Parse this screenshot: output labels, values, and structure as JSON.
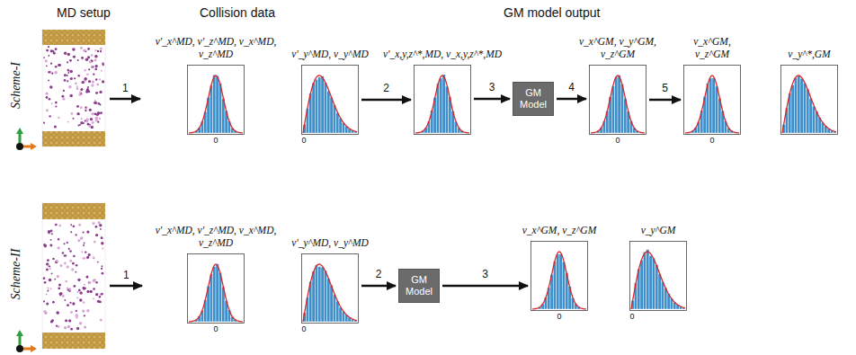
{
  "diagram": {
    "nodes": [
      {
        "text": [
          "v'_x^MD, v'_z^MD, v_x^MD, v_z^MD"
        ]
      },
      {
        "text": [
          "v'_y^MD, v_y^MD"
        ]
      },
      {
        "text": [
          "v'_x,y,z^*,MD, v_x,y,z^*,MD"
        ]
      },
      {
        "text": [
          "GM Model"
        ]
      },
      {
        "text": [
          "v_x^GM, v_y^GM, v_z^GM"
        ]
      },
      {
        "text": [
          "v_x^GM, v_z^GM"
        ]
      },
      {
        "text": [
          "v_y^*,GM"
        ]
      },
      {
        "text": [
          "v'_x^MD, v'_z^MD, v_x^MD, v_z^MD"
        ]
      },
      {
        "text": [
          "v'_y^MD, v_y^MD"
        ]
      },
      {
        "text": [
          "GM Model"
        ]
      },
      {
        "text": [
          "v_x^GM, v_z^GM"
        ]
      },
      {
        "text": [
          "v_y^GM"
        ]
      }
    ],
    "edges": [
      {
        "from": 1,
        "to": 2,
        "label": "2",
        "arrow": "to"
      },
      {
        "from": 2,
        "to": 3,
        "label": "3",
        "arrow": "to"
      },
      {
        "from": 3,
        "to": 4,
        "label": "4",
        "arrow": "to"
      },
      {
        "from": 4,
        "to": 5,
        "label": "5",
        "arrow": "to"
      },
      {
        "from": 8,
        "to": 9,
        "label": "2",
        "arrow": "to"
      },
      {
        "from": 9,
        "to": 10,
        "label": "3",
        "arrow": "to"
      }
    ],
    "labels": [
      "MD setup",
      "Collision data",
      "GM model output",
      "Scheme-I",
      "Scheme-II",
      "1",
      "1",
      "0",
      "0",
      "0",
      "0",
      "0",
      "0",
      "0",
      "0"
    ]
  }
}
